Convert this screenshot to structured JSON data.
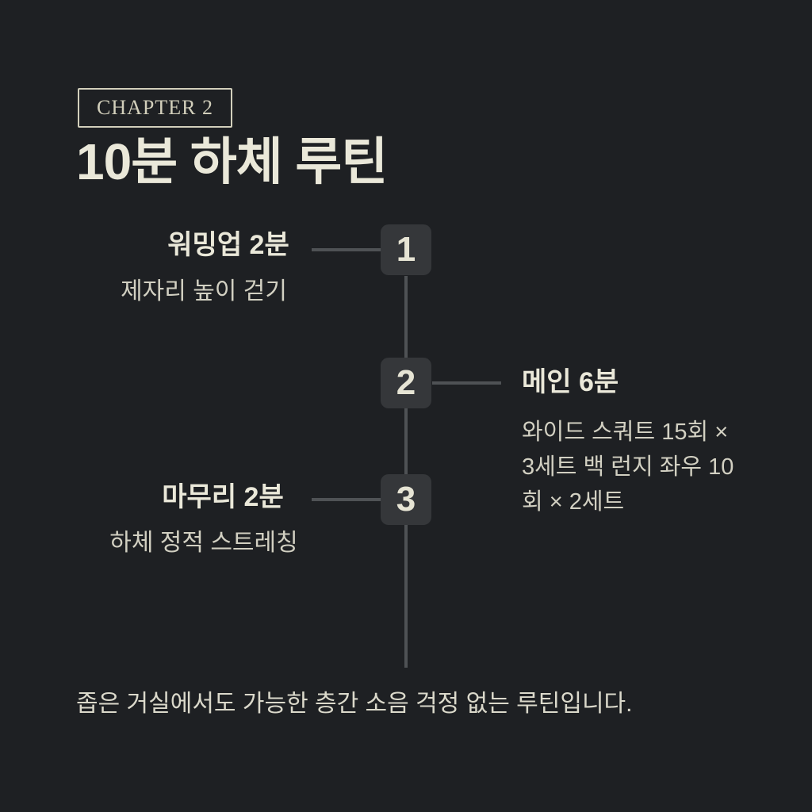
{
  "header": {
    "chapter_badge": "CHAPTER 2",
    "title": "10분 하체 루틴"
  },
  "timeline": {
    "steps": [
      {
        "number": "1",
        "side": "left",
        "label": "워밍업 2분",
        "description_lines": [
          "제자리 높이 걷기"
        ]
      },
      {
        "number": "2",
        "side": "right",
        "label": "메인 6분",
        "description_lines": [
          "와이드 스쿼트 15회 ×",
          "3세트 백 런지 좌우 10",
          "회 × 2세트"
        ]
      },
      {
        "number": "3",
        "side": "left",
        "label": "마무리 2분",
        "description_lines": [
          "하체 정적 스트레칭"
        ]
      }
    ]
  },
  "footer": {
    "note": "좁은 거실에서도 가능한 층간 소음 걱정 없는 루틴입니다."
  },
  "colors": {
    "background": "#1e2023",
    "cream": "#eae8d9",
    "cream_dim": "#d2d0c2",
    "badge": "#d2cfbb",
    "box_bg": "#35373a",
    "line": "#4f5255"
  }
}
